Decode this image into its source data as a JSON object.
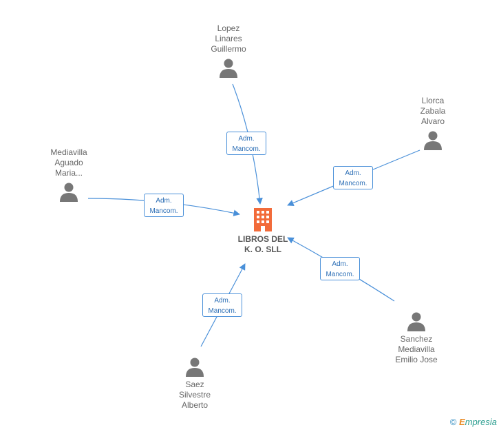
{
  "company": {
    "name_line1": "LIBROS DEL",
    "name_line2": "K. O. SLL",
    "icon": "building-icon",
    "color": "#f26b3a"
  },
  "people": [
    {
      "id": "lopez",
      "lines": [
        "Lopez",
        "Linares",
        "Guillermo"
      ]
    },
    {
      "id": "llorca",
      "lines": [
        "Llorca",
        "Zabala",
        "Alvaro"
      ]
    },
    {
      "id": "mediavilla",
      "lines": [
        "Mediavilla",
        "Aguado",
        "Maria..."
      ]
    },
    {
      "id": "sanchez",
      "lines": [
        "Sanchez",
        "Mediavilla",
        "Emilio Jose"
      ]
    },
    {
      "id": "saez",
      "lines": [
        "Saez",
        "Silvestre",
        "Alberto"
      ]
    }
  ],
  "role": {
    "line1": "Adm.",
    "line2": "Mancom."
  },
  "colors": {
    "edge": "#4a90d9",
    "person": "#777777"
  },
  "footer": {
    "copyright": "©",
    "brand_e": "E",
    "brand_rest": "mpresia"
  }
}
